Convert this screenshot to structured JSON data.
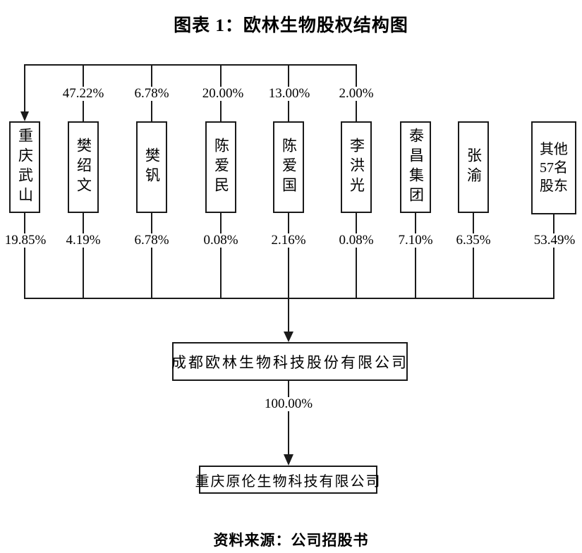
{
  "figure": {
    "title": "图表 1：欧林生物股权结构图",
    "source_note": "资料来源：公司招股书"
  },
  "chart": {
    "shareholders": [
      {
        "name": "重庆武山",
        "top_pct": "",
        "bottom_pct": "19.85%"
      },
      {
        "name": "樊绍文",
        "top_pct": "47.22%",
        "bottom_pct": "4.19%"
      },
      {
        "name": "樊钒",
        "top_pct": "6.78%",
        "bottom_pct": "6.78%"
      },
      {
        "name": "陈爱民",
        "top_pct": "20.00%",
        "bottom_pct": "0.08%"
      },
      {
        "name": "陈爱国",
        "top_pct": "13.00%",
        "bottom_pct": "2.16%"
      },
      {
        "name": "李洪光",
        "top_pct": "2.00%",
        "bottom_pct": "0.08%"
      },
      {
        "name": "泰昌集团",
        "top_pct": "",
        "bottom_pct": "7.10%"
      },
      {
        "name": "张渝",
        "top_pct": "",
        "bottom_pct": "6.35%"
      },
      {
        "name": "其他57名股东",
        "lines": [
          "其他",
          "57名",
          "股东"
        ],
        "top_pct": "",
        "bottom_pct": "53.49%"
      }
    ],
    "company": "成都欧林生物科技股份有限公司",
    "subsidiary": "重庆原伦生物科技有限公司",
    "subsidiary_pct": "100.00%",
    "line_color": "#1a1a1a"
  }
}
